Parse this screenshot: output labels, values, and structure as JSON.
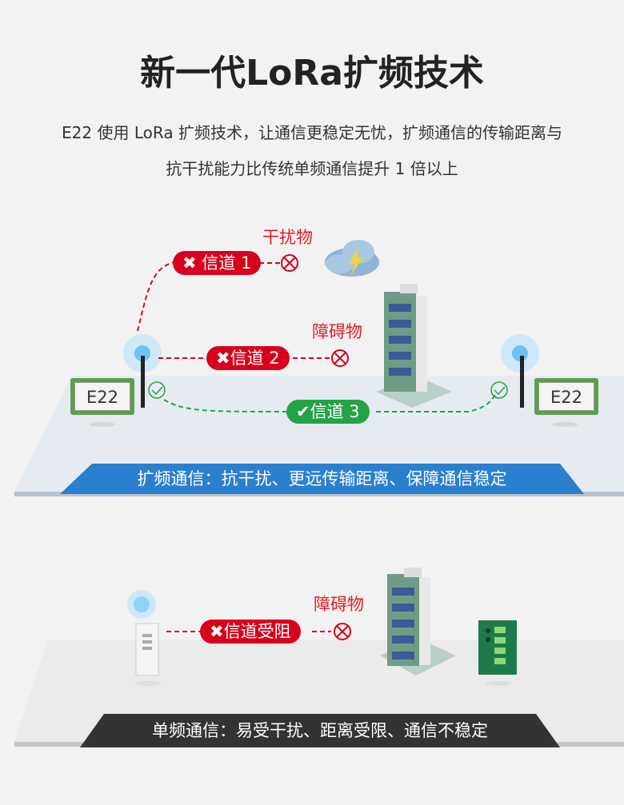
{
  "title": "新一代LoRa扩频技术",
  "subtitle": [
    "E22 使用 LoRa 扩频技术，让通信更稳定无忧，扩频通信的传输距离与",
    "抗干扰能力比传统单频通信提升 1 倍以上"
  ],
  "spread": {
    "device_label": "E22",
    "interference_label": "干扰物",
    "obstacle_label": "障碍物",
    "channels": [
      {
        "label": "信道 1",
        "status": "blocked"
      },
      {
        "label": "信道 2",
        "status": "blocked"
      },
      {
        "label": "信道 3",
        "status": "ok"
      }
    ],
    "banner": "扩频通信：抗干扰、更远传输距离、保障通信稳定"
  },
  "single": {
    "obstacle_label": "障碍物",
    "channel": {
      "label": "信道受阻",
      "status": "blocked"
    },
    "banner": "单频通信：易受干扰、距离受限、通信不稳定"
  },
  "colors": {
    "blocked": "#d9001b",
    "ok": "#23a345",
    "banner_spread": "#2a7fcf",
    "banner_single": "#333333"
  }
}
